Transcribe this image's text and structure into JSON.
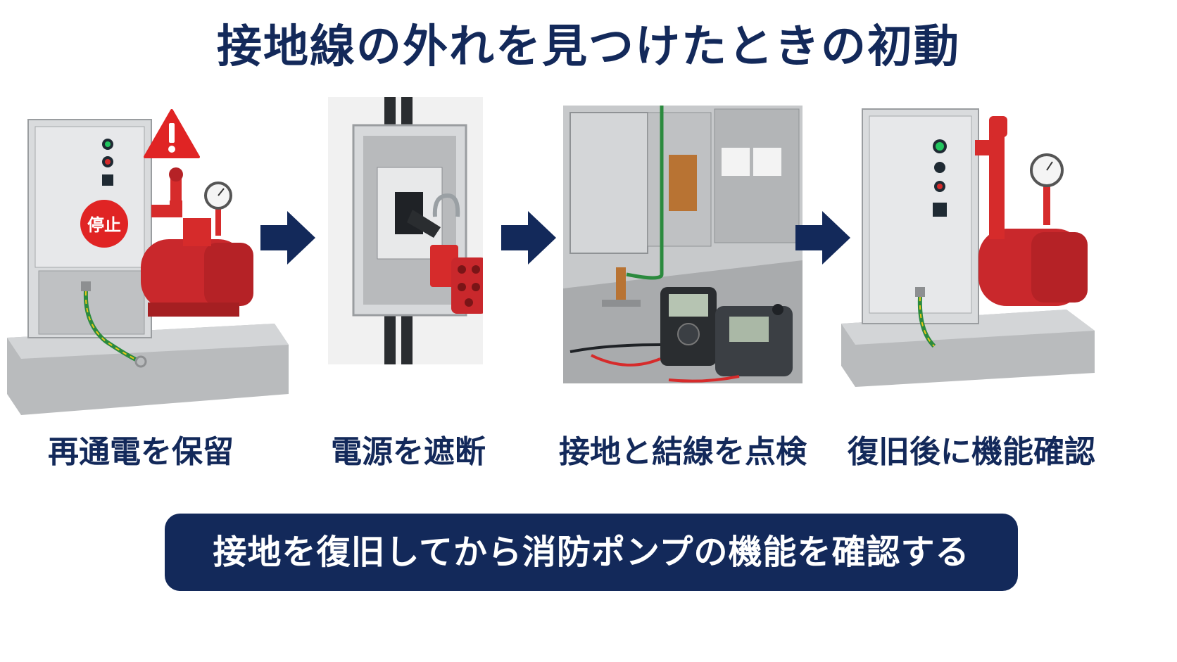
{
  "title": "接地線の外れを見つけたときの初動",
  "steps": [
    {
      "caption": "再通電を保留",
      "stop_label": "停止"
    },
    {
      "caption": "電源を遮断"
    },
    {
      "caption": "接地と結線を点検"
    },
    {
      "caption": "復旧後に機能確認"
    }
  ],
  "banner": "接地を復旧してから消防ポンプの機能を確認する",
  "icons": [
    "warning-icon",
    "arrow-right-icon"
  ],
  "colors": {
    "navy": "#13295a",
    "pump_red": "#d62b2b",
    "warning_red": "#e02424",
    "cabinet_gray": "#d9dbdd",
    "indicator_green": "#22c55e"
  }
}
